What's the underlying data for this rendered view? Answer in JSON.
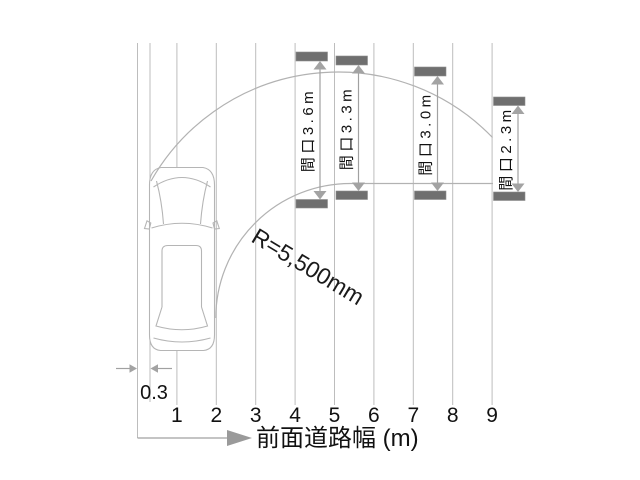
{
  "figure": {
    "radius_label": "R=5,500mm",
    "car_side_offset_label": "0.3",
    "axis_label": "前面道路幅 (m)",
    "axis_ticks": [
      "1",
      "2",
      "3",
      "4",
      "5",
      "6",
      "7",
      "8",
      "9"
    ]
  },
  "gates": [
    {
      "label": "間口3.6m",
      "entrance_width_m": 3.6,
      "at_road_width_m": 4
    },
    {
      "label": "間口3.3m",
      "entrance_width_m": 3.3,
      "at_road_width_m": 5
    },
    {
      "label": "間口3.0m",
      "entrance_width_m": 3.0,
      "at_road_width_m": 7
    },
    {
      "label": "間口2.3m",
      "entrance_width_m": 2.3,
      "at_road_width_m": 9
    }
  ],
  "colors": {
    "wall_bar": "#6f6f6f",
    "dimension_gray": "#a1a1a1",
    "grid_line": "#bdbdbd",
    "arc_line": "#b2b2b2",
    "car_outline": "#b5b5b5",
    "text": "#111111"
  }
}
